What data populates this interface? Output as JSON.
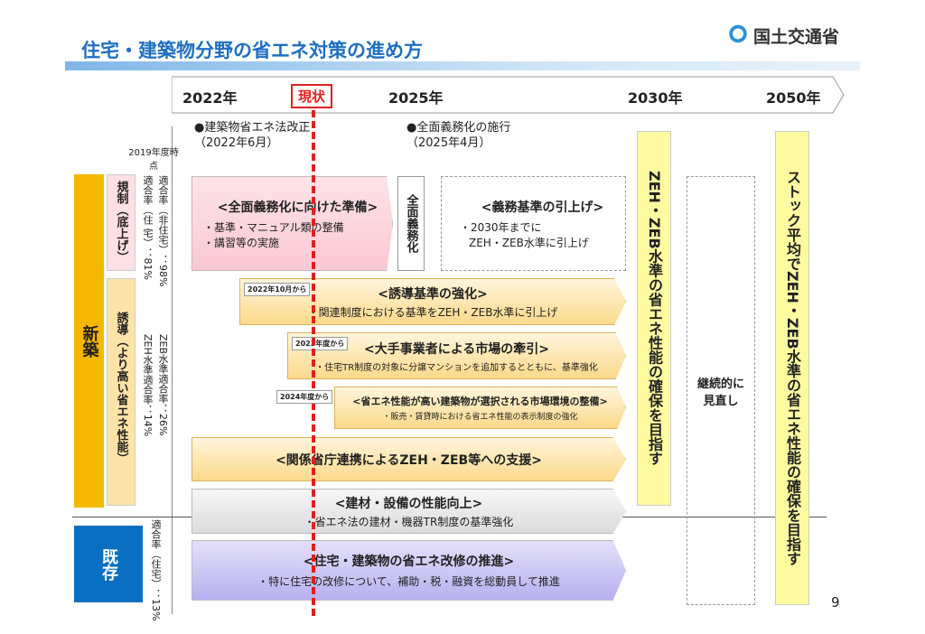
{
  "title": "住宅・建築物分野の省エネ対策の進め方",
  "logo": "国土交通省",
  "timeline": {
    "y2022": "2022年",
    "now": "現状",
    "y2025": "2025年",
    "y2030": "2030年",
    "y2050": "2050年"
  },
  "notes": {
    "n1": "●建築物省エネ法改正",
    "n1d": "（2022年6月）",
    "n2": "●全面義務化の施行",
    "n2d": "（2025年4月）"
  },
  "baseline": "2019年度時点",
  "categories": {
    "new": "新築",
    "existing": "既存",
    "regulation": "規制（底上げ）",
    "induction": "誘導（より高い省エネ性能）"
  },
  "rates": {
    "nonres": "適合率（非住宅）：98%",
    "res": "適合率（住 宅）：81%",
    "zeb": "ZEB水準適合率：26%",
    "zeh": "ZEH水準適合率：14%",
    "existing": "適合率（住宅）：13%"
  },
  "boxes": {
    "prep_h": "<全面義務化に向けた準備>",
    "prep_1": "・基準・マニュアル類の整備",
    "prep_2": "・講習等の実施",
    "mandate": "全面義務化",
    "raise_h": "<義務基準の引上げ>",
    "raise_1": "・2030年までに",
    "raise_2": "ZEH・ZEB水準に引上げ",
    "ind_tag": "2022年10月から",
    "ind_h": "<誘導基準の強化>",
    "ind_1": "・関連制度における基準をZEH・ZEB水準に引上げ",
    "big_tag": "2023年度から",
    "big_h": "<大手事業者による市場の牽引>",
    "big_1": "・住宅TR制度の対象に分譲マンションを追加するとともに、基準強化",
    "mkt_tag": "2024年度から",
    "mkt_h": "<省エネ性能が高い建築物が選択される市場環境の整備>",
    "mkt_1": "・販売・賃貸時における省エネ性能の表示制度の強化",
    "sup_h": "<関係省庁連携によるZEH・ZEB等への支援>",
    "mat_h": "<建材・設備の性能向上>",
    "mat_1": "・省エネ法の建材・機器TR制度の基準強化",
    "ren_h": "<住宅・建築物の省エネ改修の推進>",
    "ren_1": "・特に住宅の改修について、補助・税・融資を総動員して推進"
  },
  "goal2030": "ZEH・ZEB水準の省エネ性能の確保を目指す",
  "review": "継続的に見直し",
  "goal2050": "ストック平均でZEH・ZEB水準の省エネ性能の確保を目指す",
  "page": "9"
}
